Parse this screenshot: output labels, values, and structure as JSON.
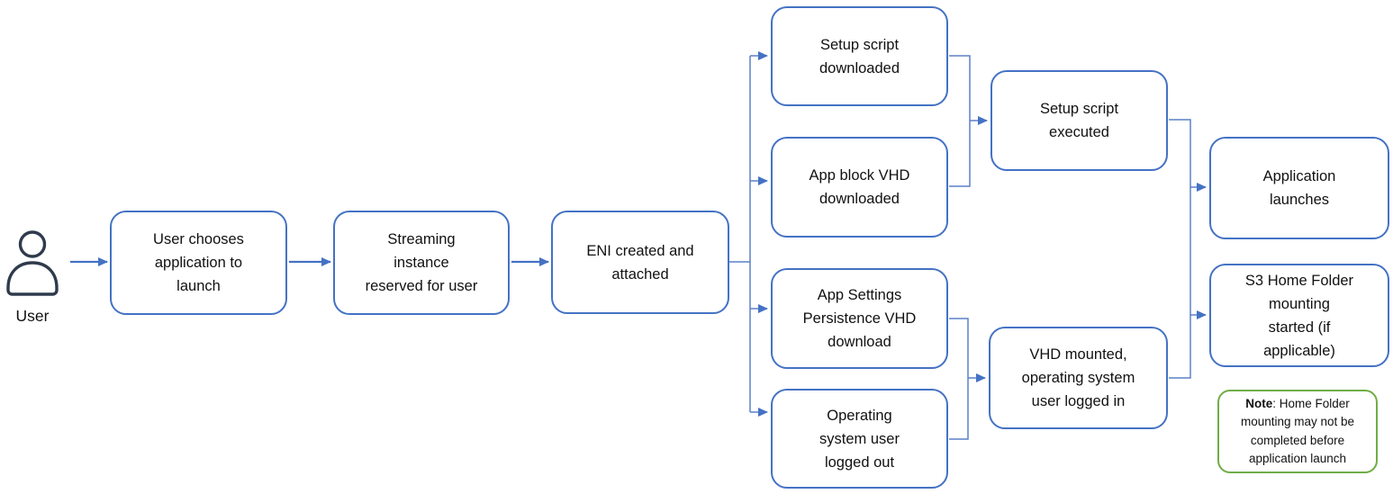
{
  "colors": {
    "accent": "#4472C4",
    "connector": "#5B80C9",
    "note-border": "#70AD47",
    "icon": "#2F3B4C",
    "text": "#111111",
    "background": "#FFFFFF"
  },
  "actor": {
    "icon": "person-icon",
    "label": "User"
  },
  "nodes": {
    "user_chooses": {
      "label": "User chooses\napplication to\nlaunch"
    },
    "streaming_instance": {
      "label": "Streaming\ninstance\nreserved for user"
    },
    "eni_created": {
      "label": "ENI created and\nattached"
    },
    "setup_script_downloaded": {
      "label": "Setup script\ndownloaded"
    },
    "app_block_vhd": {
      "label": "App block VHD\ndownloaded"
    },
    "app_settings_persistence": {
      "label": "App Settings\nPersistence VHD\ndownload"
    },
    "os_user_logged_out": {
      "label": "Operating\nsystem user\nlogged out"
    },
    "setup_script_executed": {
      "label": "Setup script\nexecuted"
    },
    "vhd_mounted": {
      "label": "VHD mounted,\noperating system\nuser logged in"
    },
    "application_launches": {
      "label": "Application\nlaunches"
    },
    "s3_home_folder": {
      "label": "S3 Home Folder\nmounting\nstarted (if\napplicable)"
    }
  },
  "note": {
    "bold_label": "Note",
    "rest": ": Home Folder\nmounting may not be\ncompleted before\napplication launch"
  }
}
